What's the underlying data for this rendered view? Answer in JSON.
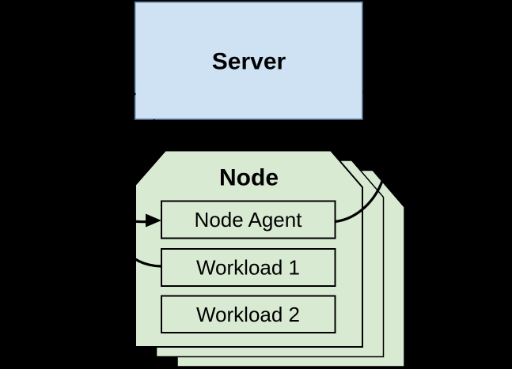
{
  "diagram": {
    "server": {
      "label": "Server"
    },
    "node": {
      "title": "Node",
      "stack_count": 3,
      "components": [
        {
          "label": "Node Agent"
        },
        {
          "label": "Workload 1"
        },
        {
          "label": "Workload 2"
        }
      ]
    },
    "connections": [
      {
        "id": "server-to-agent",
        "description": "arrow entering Node Agent from the left"
      },
      {
        "id": "agent-to-server",
        "description": "curve leaving Node Agent to the upper right"
      },
      {
        "id": "workload1-left",
        "description": "curve leaving Workload 1 to the left"
      }
    ],
    "colors": {
      "background": "#000000",
      "server_fill": "#cfe2f3",
      "server_border": "#4d6d8e",
      "node_fill": "#d9ead3",
      "node_border": "#000000",
      "arrow": "#000000",
      "text": "#000000"
    }
  }
}
